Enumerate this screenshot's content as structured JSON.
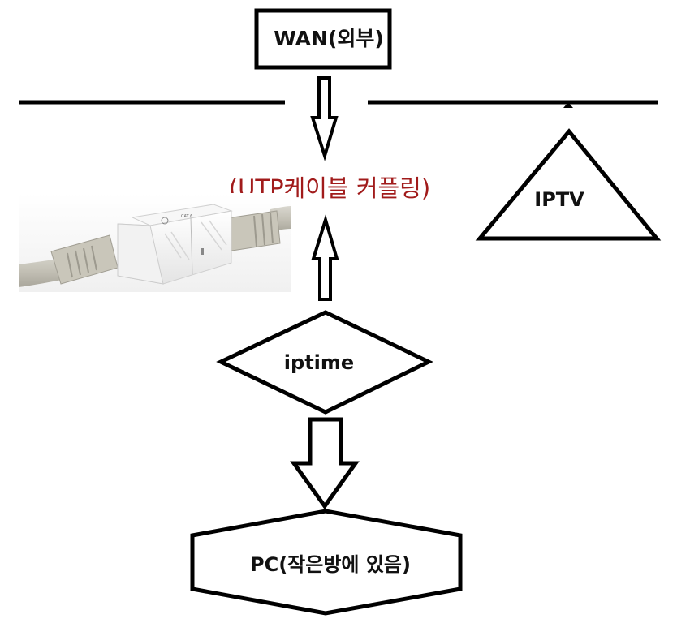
{
  "diagram": {
    "nodes": {
      "wan": {
        "label": "WAN(외부)",
        "shape": "rectangle"
      },
      "coupler": {
        "label": "(UTP케이블 커플링)",
        "shape": "photo",
        "photo_subject": "UTP cable RJ45 coupler",
        "photo_marking": "CAT 6"
      },
      "iptv": {
        "label": "IPTV",
        "shape": "triangle"
      },
      "iptime": {
        "label": "iptime",
        "shape": "diamond"
      },
      "pc": {
        "label": "PC(작은방에 있음)",
        "shape": "hexagon"
      }
    },
    "edges": [
      {
        "from": "wan",
        "to": "coupler",
        "style": "hollow-arrow-down"
      },
      {
        "from": "iptime",
        "to": "coupler",
        "style": "hollow-arrow-up"
      },
      {
        "from": "iptime",
        "to": "pc",
        "style": "hollow-arrow-down"
      },
      {
        "from": "line",
        "to": "iptv",
        "style": "line-tap"
      }
    ],
    "colors": {
      "stroke": "#000000",
      "text": "#111111",
      "coupler_label": "#a11b1b",
      "background": "#ffffff"
    }
  }
}
